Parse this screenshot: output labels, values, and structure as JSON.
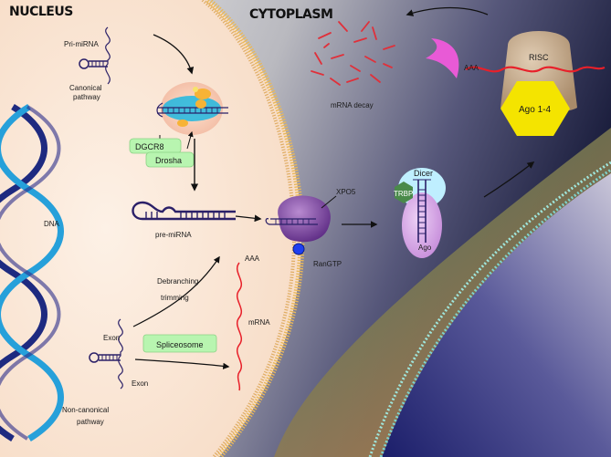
{
  "regions": {
    "nucleus": "NUCLEUS",
    "cytoplasm": "CYTOPLASM"
  },
  "labels": {
    "pri_mirna": "Pri-miRNA",
    "canonical_line1": "Canonical",
    "canonical_line2": "pathway",
    "dgcr8": "DGCR8",
    "drosha": "Drosha",
    "dna": "DNA",
    "pre_mirna": "pre-miRNA",
    "debranching": "Debranching",
    "trimming": "trimming",
    "exon_top": "Exon",
    "exon_bottom": "Exon",
    "spliceosome": "Spliceosome",
    "aaa_nucleus": "AAA",
    "mrna": "mRNA",
    "noncanonical_line1": "Non-canonical",
    "noncanonical_line2": "pathway",
    "xpo5": "XPO5",
    "rangtp": "RanGTP",
    "dicer": "Dicer",
    "trbp": "TRBP",
    "ago": "Ago",
    "mrna_decay": "mRNA decay",
    "aaa_risc": "AAA",
    "risc": "RISC",
    "ago_1_4": "Ago 1-4"
  },
  "colors": {
    "nucleus_bg": "#fbeadb",
    "membrane": "#e9b85a",
    "cell_membrane": "#9fe6dc",
    "rna": "#2b2068",
    "mrna_red": "#e8202a",
    "drosha_green": "#b8f5b0",
    "xpo5_purple": "#7a3f9e",
    "ago_lilac": "#d6a7e6",
    "dicer_cyan": "#bfefff",
    "trbp_green": "#4a8a4a",
    "risc_tan": "#c7ad8d",
    "ago14_yellow": "#f4e400",
    "mrna_decay_red": "#e0303a",
    "pink_hook": "#e85ad6"
  }
}
